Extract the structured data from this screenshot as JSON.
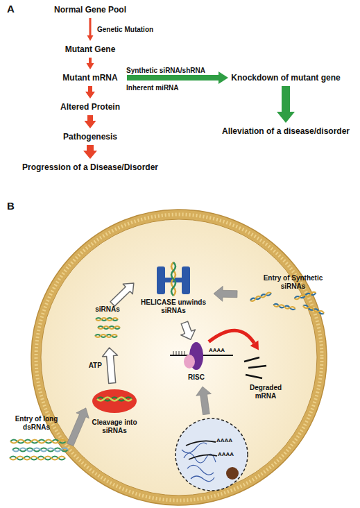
{
  "diagram": {
    "nodes": [
      {
        "text": [
          "Normal Gene Pool"
        ]
      },
      {
        "text": [
          "Mutant Gene"
        ]
      },
      {
        "text": [
          "Mutant mRNA"
        ]
      },
      {
        "text": [
          "Altered Protein"
        ]
      },
      {
        "text": [
          "Pathogenesis"
        ]
      },
      {
        "text": [
          "Progression of a Disease/Disorder"
        ]
      },
      {
        "text": [
          "Knockdown of mutant gene"
        ]
      },
      {
        "text": [
          "Alleviation of a disease/disorder"
        ]
      },
      {
        "text": [
          "Entry of long dsRNAs"
        ]
      },
      {
        "text": [
          "Cleavage into siRNAs"
        ]
      },
      {
        "text": [
          "siRNAs"
        ]
      },
      {
        "text": [
          "HELICASE unwinds siRNAs"
        ]
      },
      {
        "text": [
          "Entry of Synthetic siRNAs"
        ]
      },
      {
        "text": [
          "AAAA",
          "RISC"
        ]
      },
      {
        "text": [
          "Degraded mRNA"
        ]
      },
      {
        "text": [
          "AAAA",
          "AAAA"
        ]
      }
    ],
    "edges": [
      {
        "from": 0,
        "to": 1,
        "label": "Genetic Mutation",
        "arrow": "to"
      },
      {
        "from": 1,
        "to": 2,
        "arrow": "to"
      },
      {
        "from": 2,
        "to": 3,
        "arrow": "to"
      },
      {
        "from": 3,
        "to": 4,
        "arrow": "to"
      },
      {
        "from": 4,
        "to": 5,
        "arrow": "to"
      },
      {
        "from": 2,
        "to": 6,
        "label": "Synthetic siRNA/shRNA",
        "arrow": "to"
      },
      {
        "from": 6,
        "to": 7,
        "arrow": "to"
      },
      {
        "from": 8,
        "to": 9,
        "arrow": "to"
      },
      {
        "from": 9,
        "to": 10,
        "label": "ATP",
        "arrow": "to"
      },
      {
        "from": 10,
        "to": 11,
        "arrow": "to"
      },
      {
        "from": 12,
        "to": 11,
        "arrow": "to"
      },
      {
        "from": 11,
        "to": 13,
        "arrow": "to"
      },
      {
        "from": 13,
        "to": 14,
        "arrow": "to"
      },
      {
        "from": 15,
        "to": 13,
        "arrow": "to"
      }
    ],
    "labels": [
      "A",
      "Inherent miRNA",
      "B"
    ]
  }
}
